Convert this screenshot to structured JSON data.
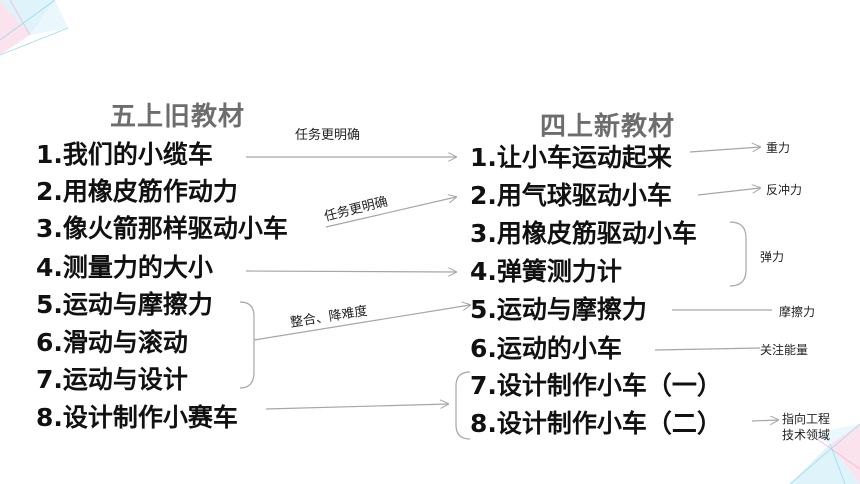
{
  "left_title": "五上旧教材",
  "right_title": "四上新教材",
  "left_items": [
    "1.我们的小缆车",
    "2.用橡皮筋作动力",
    "3.像火箭那样驱动小车",
    "4.测量力的大小",
    "5.运动与摩擦力",
    "6.滑动与滚动",
    "7.运动与设计",
    "8.设计制作小赛车"
  ],
  "right_items": [
    "1.让小车运动起来",
    "2.用气球驱动小车",
    "3.用橡皮筋驱动小车",
    "4.弹簧测力计",
    "5.运动与摩擦力",
    "6.运动的小车",
    "7.设计制作小车（一）",
    "8.设计制作小车（二）"
  ],
  "middle_notes": {
    "task_clearer_1": "任务更明确",
    "task_clearer_2": "任务更明确",
    "integrate": "整合、降难度"
  },
  "side_notes": {
    "gravity": "重力",
    "recoil": "反冲力",
    "elastic": "弹力",
    "friction": "摩擦力",
    "energy": "关注能量",
    "engineering_line1": "指向工程",
    "engineering_line2": "技术领域"
  },
  "colors": {
    "line": "#a6a6a6",
    "title": "#6d6d6d",
    "text": "#111111",
    "corner_blue": "#5fc3e4",
    "corner_pink": "#f2a0c6"
  }
}
